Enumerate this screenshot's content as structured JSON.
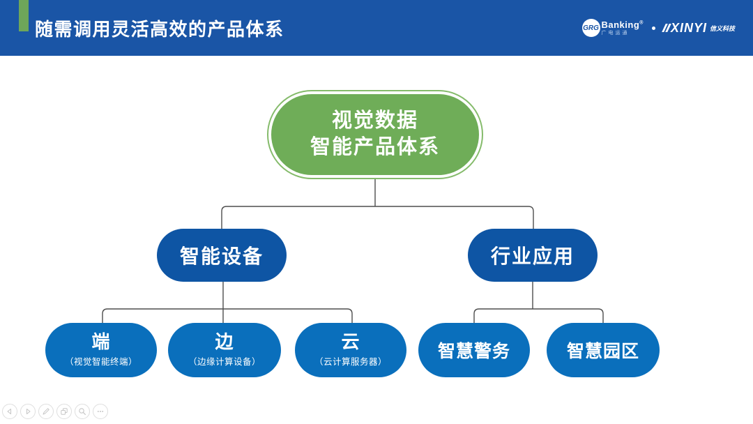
{
  "slide": {
    "header": {
      "title": "随需调用灵活高效的产品体系",
      "colors": {
        "header_bg": "#1A55A6",
        "accent_green": "#6EA65A"
      },
      "logos": {
        "grg": {
          "circle_text": "GRG",
          "name": "Banking",
          "reg": "®",
          "subtitle": "广电运通"
        },
        "separator": "•",
        "xinyi": {
          "name": "XINYI",
          "subtitle": "信义科技"
        }
      }
    },
    "diagram": {
      "colors": {
        "root_green": "#6FAD58",
        "root_ring": "#85BB6B",
        "level2_blue": "#0E55A4",
        "level3_blue": "#0A6FBC",
        "connector_gray": "#4D4D4D"
      },
      "root": {
        "line1": "视觉数据",
        "line2": "智能产品体系"
      },
      "level2": [
        {
          "label": "智能设备"
        },
        {
          "label": "行业应用"
        }
      ],
      "level3_left": [
        {
          "title": "端",
          "subtitle": "（视觉智能终端）"
        },
        {
          "title": "边",
          "subtitle": "（边缘计算设备）"
        },
        {
          "title": "云",
          "subtitle": "（云计算服务器）"
        }
      ],
      "level3_right": [
        {
          "label": "智慧警务"
        },
        {
          "label": "智慧园区"
        }
      ]
    },
    "toolbar": {
      "buttons": [
        {
          "icon": "previous-arrow-icon"
        },
        {
          "icon": "next-arrow-icon"
        },
        {
          "icon": "pen-icon"
        },
        {
          "icon": "slides-icon"
        },
        {
          "icon": "magnifier-icon"
        },
        {
          "icon": "more-dots-icon"
        }
      ]
    }
  }
}
